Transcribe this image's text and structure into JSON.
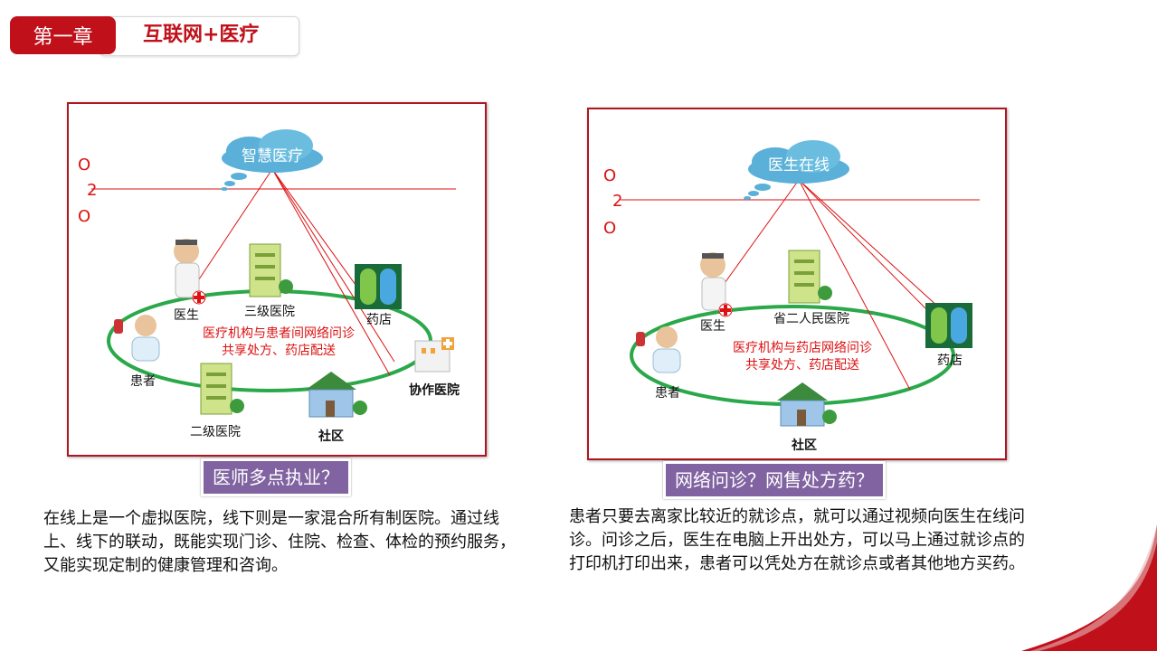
{
  "header": {
    "chapter": "第一章",
    "title": "互联网+医疗"
  },
  "left": {
    "cloud": "智慧医疗",
    "o2o": [
      "O",
      "2",
      "O"
    ],
    "nodes": {
      "doctor": "医生",
      "tertiary": "三级医院",
      "pharmacy": "药店",
      "patient": "患者",
      "cooperative": "协作医院",
      "secondary": "二级医院",
      "community": "社区"
    },
    "note1": "医疗机构与患者间网络问诊",
    "note2": "共享处方、药店配送",
    "question": "医师多点执业？",
    "description": "在线上是一个虚拟医院，线下则是一家混合所有制医院。通过线上、线下的联动，既能实现门诊、住院、检查、体检的预约服务，又能实现定制的健康管理和咨询。"
  },
  "right": {
    "cloud": "医生在线",
    "o2o": [
      "O",
      "2",
      "O"
    ],
    "nodes": {
      "doctor": "医生",
      "hospital": "省二人民医院",
      "pharmacy": "药店",
      "patient": "患者",
      "community": "社区"
    },
    "note1": "医疗机构与药店网络问诊",
    "note2": "共享处方、药店配送",
    "question": "网络问诊？网售处方药？",
    "description": "患者只要去离家比较近的就诊点，就可以通过视频向医生在线问诊。问诊之后，医生在电脑上开出处方，可以马上通过就诊点的打印机打印出来，患者可以凭处方在就诊点或者其他地方买药。"
  },
  "colors": {
    "accent": "#c0111b",
    "question_bg": "#8063a0",
    "ring": "#2aa84a",
    "cloud": "#5ab0d8"
  },
  "icons": [
    "cloud-icon",
    "doctor-icon",
    "hospital-building-icon",
    "pharmacy-icon",
    "patient-icon",
    "cooperative-hospital-icon",
    "community-house-icon"
  ]
}
